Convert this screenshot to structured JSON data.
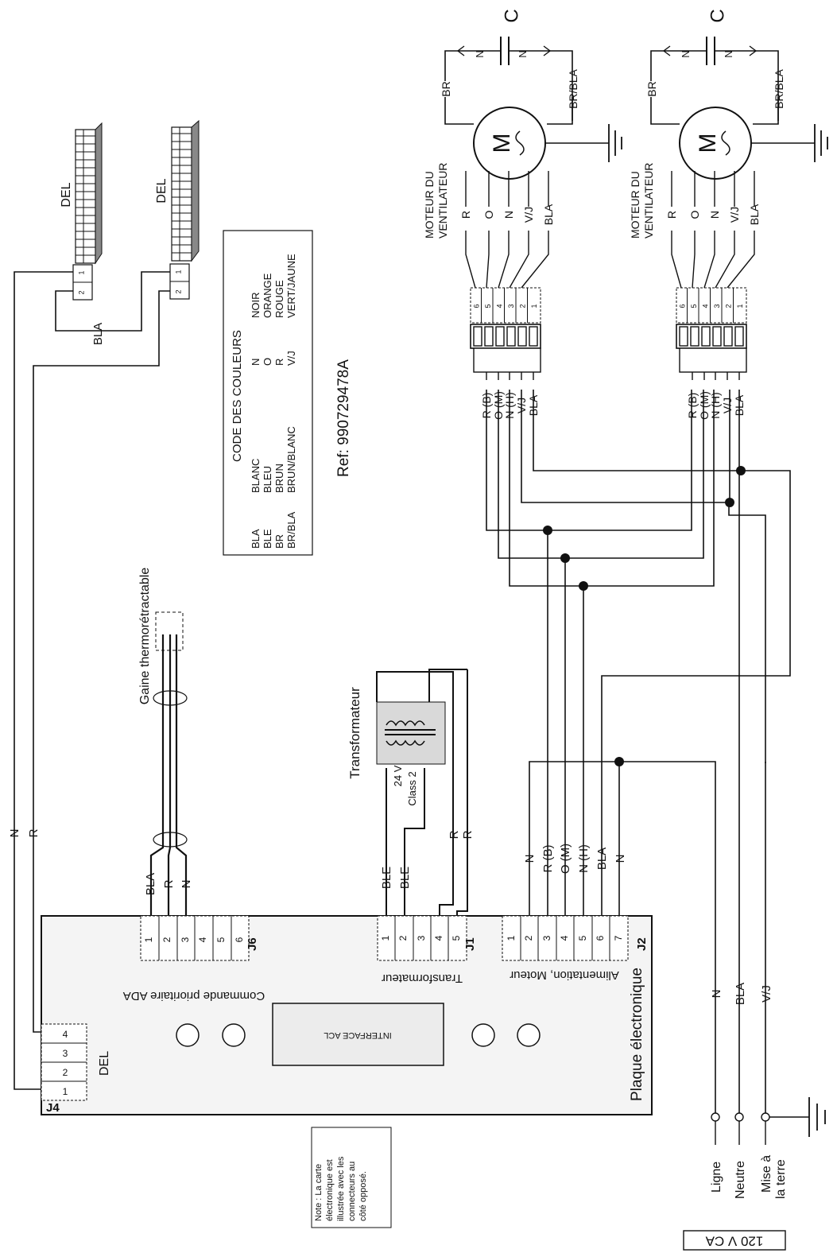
{
  "reference": "Ref: 990729478A",
  "color_code": {
    "title": "CODE DES COULEURS",
    "left_abbr": [
      "BLA",
      "BLE",
      "BR",
      "BR/BLA"
    ],
    "left_names": [
      "BLANC",
      "BLEU",
      "BRUN",
      "BRUN/BLANC"
    ],
    "right_abbr": [
      "N",
      "O",
      "R",
      "V/J"
    ],
    "right_names": [
      "NOIR",
      "ORANGE",
      "ROUGE",
      "VERT/JAUNE"
    ]
  },
  "leds": {
    "label": "DEL",
    "pins": [
      "2",
      "1"
    ],
    "common_wire": "BLA"
  },
  "led_feed": {
    "wires": [
      "N",
      "R"
    ]
  },
  "motors": {
    "symbol": "M",
    "capacitor": "C",
    "cap_labels": [
      "N",
      "N"
    ],
    "leads_top": [
      "BR",
      "BR/BLA"
    ],
    "title": "MOTEUR DU VENTILATEUR",
    "leads": [
      "R",
      "O",
      "N",
      "V/J",
      "BLA"
    ],
    "pins": [
      "6",
      "5",
      "4",
      "3",
      "2",
      "1"
    ],
    "harness": [
      "R (B)",
      "O (M)",
      "N (H)",
      "V/J",
      "BLA"
    ]
  },
  "shrink_sleeve": "Gaine thermorétractable",
  "transformer": {
    "label": "Transformateur",
    "rating": "24 V",
    "class": "Class 2",
    "wires": [
      "BLE",
      "BLE",
      "R",
      "R"
    ]
  },
  "j6_wires": [
    "BLA",
    "R",
    "N"
  ],
  "j2_wires": [
    "N",
    "R (B)",
    "O (M)",
    "N (H)",
    "BLA",
    "N"
  ],
  "board": {
    "title": "Plaque électronique",
    "lcd": "INTERFACE ACL",
    "j4": {
      "name": "J4",
      "label": "DEL",
      "pins": [
        "4",
        "3",
        "2",
        "1"
      ]
    },
    "j6": {
      "name": "J6",
      "label": "Commande prioritaire ADA",
      "pins": [
        "1",
        "2",
        "3",
        "4",
        "5",
        "6"
      ]
    },
    "j1": {
      "name": "J1",
      "label": "Transformateur",
      "pins": [
        "1",
        "2",
        "3",
        "4",
        "5"
      ]
    },
    "j2": {
      "name": "J2",
      "label": "Alimentation, Moteur",
      "pins": [
        "1",
        "2",
        "3",
        "4",
        "5",
        "6",
        "7"
      ]
    }
  },
  "supply": {
    "wires": [
      "N",
      "BLA",
      "V/J"
    ],
    "terminals": [
      "Ligne",
      "Neutre",
      "Mise à la terre"
    ],
    "voltage": "120 V CA"
  },
  "note": "Note : La carte électronique est illustrée avec les connecteurs au côté opposé."
}
